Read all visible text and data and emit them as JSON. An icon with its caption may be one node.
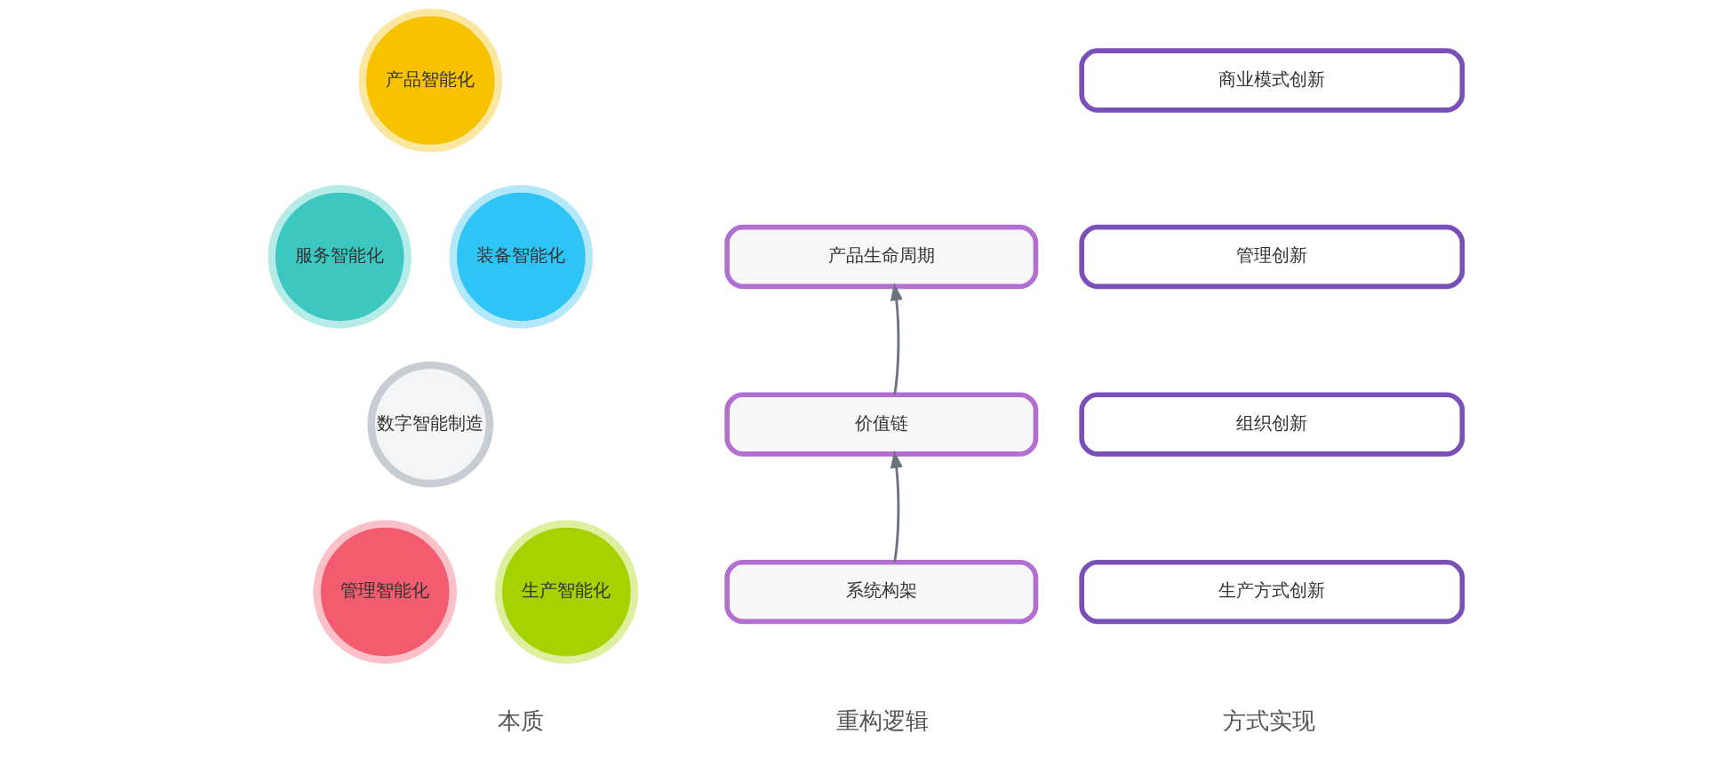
{
  "diagram": {
    "nodes": [
      {
        "text": [
          "产品智能化"
        ]
      },
      {
        "text": [
          "服务智能化"
        ]
      },
      {
        "text": [
          "数字智能制造"
        ]
      },
      {
        "text": [
          "装备智能化"
        ]
      },
      {
        "text": [
          "管理智能化"
        ]
      },
      {
        "text": [
          "生产智能化"
        ]
      },
      {
        "text": [
          "产品生命周期"
        ]
      },
      {
        "text": [
          "价值链"
        ]
      },
      {
        "text": [
          "系统构架"
        ]
      },
      {
        "text": [
          "商业模式创新"
        ]
      },
      {
        "text": [
          "管理创新"
        ]
      },
      {
        "text": [
          "组织创新"
        ]
      },
      {
        "text": [
          "生产方式创新"
        ]
      }
    ],
    "edges": [
      {
        "from": 8,
        "to": 7,
        "arrow": "to"
      },
      {
        "from": 7,
        "to": 6,
        "arrow": "to"
      }
    ],
    "labels": [
      "本质",
      "重构逻辑",
      "方式实现"
    ]
  }
}
